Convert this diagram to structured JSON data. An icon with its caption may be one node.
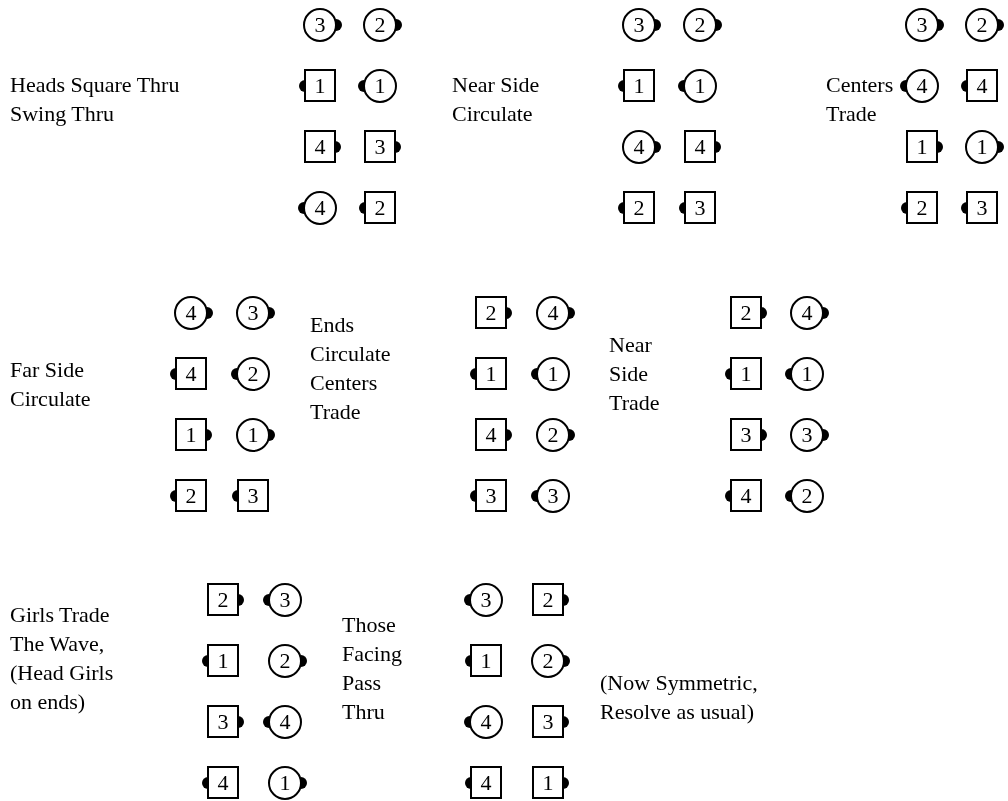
{
  "diagram": {
    "nodes": [
      {
        "text": [
          "3"
        ]
      },
      {
        "text": [
          "2"
        ]
      },
      {
        "text": [
          "1"
        ]
      },
      {
        "text": [
          "1"
        ]
      },
      {
        "text": [
          "4"
        ]
      },
      {
        "text": [
          "3"
        ]
      },
      {
        "text": [
          "4"
        ]
      },
      {
        "text": [
          "2"
        ]
      },
      {
        "text": [
          "3"
        ]
      },
      {
        "text": [
          "2"
        ]
      },
      {
        "text": [
          "1"
        ]
      },
      {
        "text": [
          "1"
        ]
      },
      {
        "text": [
          "4"
        ]
      },
      {
        "text": [
          "4"
        ]
      },
      {
        "text": [
          "2"
        ]
      },
      {
        "text": [
          "3"
        ]
      },
      {
        "text": [
          "3"
        ]
      },
      {
        "text": [
          "2"
        ]
      },
      {
        "text": [
          "4"
        ]
      },
      {
        "text": [
          "4"
        ]
      },
      {
        "text": [
          "1"
        ]
      },
      {
        "text": [
          "1"
        ]
      },
      {
        "text": [
          "2"
        ]
      },
      {
        "text": [
          "3"
        ]
      },
      {
        "text": [
          "4"
        ]
      },
      {
        "text": [
          "3"
        ]
      },
      {
        "text": [
          "4"
        ]
      },
      {
        "text": [
          "2"
        ]
      },
      {
        "text": [
          "1"
        ]
      },
      {
        "text": [
          "1"
        ]
      },
      {
        "text": [
          "2"
        ]
      },
      {
        "text": [
          "3"
        ]
      },
      {
        "text": [
          "2"
        ]
      },
      {
        "text": [
          "4"
        ]
      },
      {
        "text": [
          "1"
        ]
      },
      {
        "text": [
          "1"
        ]
      },
      {
        "text": [
          "4"
        ]
      },
      {
        "text": [
          "2"
        ]
      },
      {
        "text": [
          "3"
        ]
      },
      {
        "text": [
          "3"
        ]
      },
      {
        "text": [
          "2"
        ]
      },
      {
        "text": [
          "4"
        ]
      },
      {
        "text": [
          "1"
        ]
      },
      {
        "text": [
          "1"
        ]
      },
      {
        "text": [
          "3"
        ]
      },
      {
        "text": [
          "3"
        ]
      },
      {
        "text": [
          "4"
        ]
      },
      {
        "text": [
          "2"
        ]
      },
      {
        "text": [
          "2"
        ]
      },
      {
        "text": [
          "3"
        ]
      },
      {
        "text": [
          "1"
        ]
      },
      {
        "text": [
          "2"
        ]
      },
      {
        "text": [
          "3"
        ]
      },
      {
        "text": [
          "4"
        ]
      },
      {
        "text": [
          "4"
        ]
      },
      {
        "text": [
          "1"
        ]
      },
      {
        "text": [
          "3"
        ]
      },
      {
        "text": [
          "2"
        ]
      },
      {
        "text": [
          "1"
        ]
      },
      {
        "text": [
          "2"
        ]
      },
      {
        "text": [
          "4"
        ]
      },
      {
        "text": [
          "3"
        ]
      },
      {
        "text": [
          "4"
        ]
      },
      {
        "text": [
          "1"
        ]
      }
    ],
    "labels": [
      "Heads Square Thru Swing Thru",
      "Near Side Circulate",
      "Centers Trade",
      "Far Side Circulate",
      "Ends Circulate Centers Trade",
      "Near Side Trade",
      "Girls Trade The Wave, (Head Girls on ends)",
      "Those Facing Pass Thru",
      "(Now Symmetric, Resolve as usual)"
    ]
  }
}
